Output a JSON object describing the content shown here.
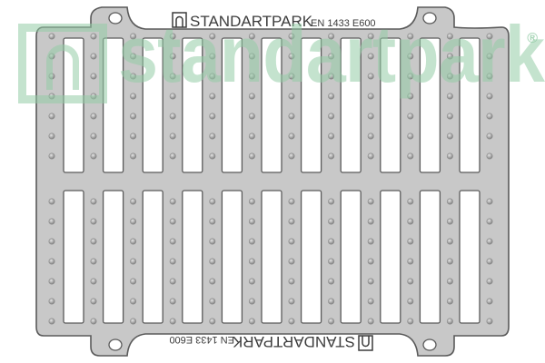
{
  "image": {
    "subject": "cast iron drainage grate, top view",
    "stamp_top": {
      "brand": "STANDARTPARK",
      "standard": "EN 1433 E600"
    },
    "stamp_bottom": {
      "brand": "STANDARTPARK",
      "standard": "EN 1433 E600"
    },
    "watermark": {
      "text": "standartpark",
      "mark": "®"
    }
  },
  "colors": {
    "metal": "#c8c8c8",
    "metal_edge": "#5a5a5a",
    "slot": "#ffffff",
    "rivet": "#8c8c8c",
    "watermark": "#94cca6"
  }
}
